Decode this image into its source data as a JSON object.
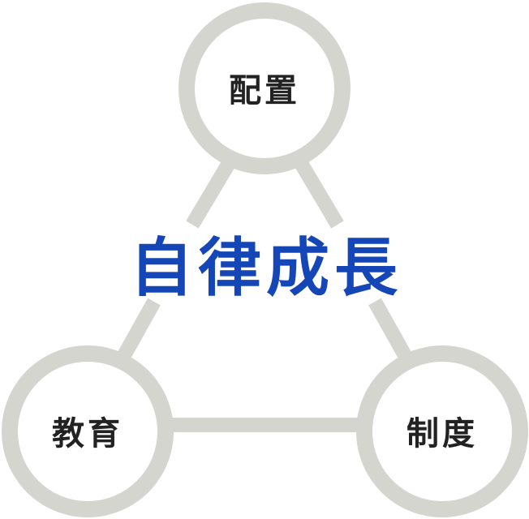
{
  "diagram": {
    "center_label": "自律成長",
    "nodes": {
      "top": "配置",
      "left": "教育",
      "right": "制度"
    }
  },
  "colors": {
    "ring": "#d4d5cf",
    "connector": "#d4d5cf",
    "node_text": "#222222",
    "center_text": "#1446b8",
    "background": "#ffffff"
  }
}
